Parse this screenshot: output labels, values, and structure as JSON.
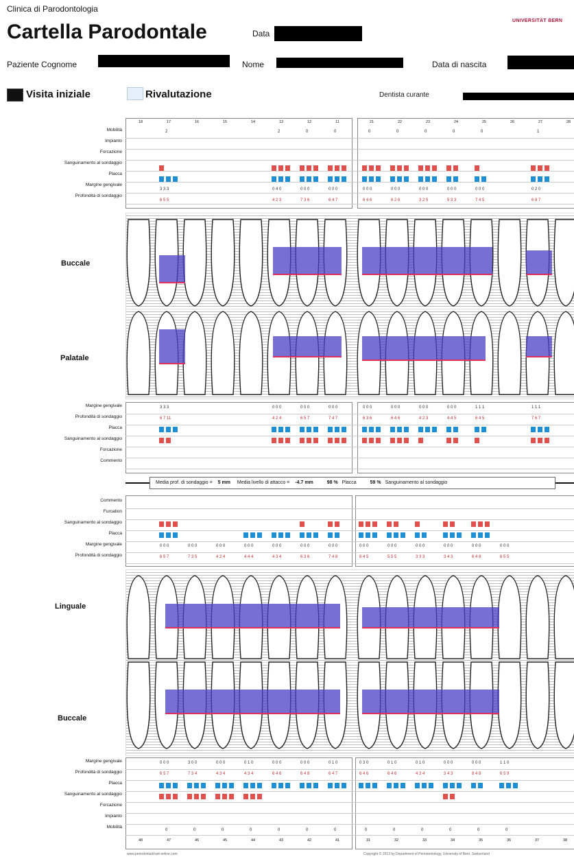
{
  "header": {
    "clinic": "Clinica di Parodontologia",
    "title": "Cartella Parodontale",
    "date_label": "Data",
    "university": "UNIVERSITÄT BERN",
    "surname_label": "Paziente Cognome",
    "name_label": "Nome",
    "birth_label": "Data di nascita",
    "initial_visit": "Visita iniziale",
    "reevaluation": "Rivalutazione",
    "dentist_label": "Dentista curante"
  },
  "upper": {
    "teeth_right": [
      "18",
      "17",
      "16",
      "15",
      "14",
      "13",
      "12",
      "11"
    ],
    "teeth_left": [
      "21",
      "22",
      "23",
      "24",
      "25",
      "26",
      "27",
      "28"
    ],
    "rows_top": [
      "Mobilità",
      "Impianto",
      "Forcazione",
      "Sanguinamento al sondaggio",
      "Placca",
      "Margine gengivale",
      "Profondità di sondaggio"
    ],
    "rows_bottom": [
      "Margine gengivale",
      "Profondità di sondaggio",
      "Placca",
      "Sanguinamento al sondaggio",
      "Forcazione",
      "Commento"
    ],
    "mobility_right": [
      "",
      "2",
      "",
      "",
      "",
      "2",
      "0",
      "0"
    ],
    "mobility_left": [
      "0",
      "0",
      "0",
      "0",
      "0",
      "",
      "1",
      ""
    ],
    "mg_right": [
      "",
      "3 3 3",
      "",
      "",
      "",
      "0 4 0",
      "0 0 0",
      "0 0 0"
    ],
    "mg_left": [
      "0 0 0",
      "0 0 0",
      "0 0 0",
      "0 0 0",
      "0 0 0",
      "",
      "0 2 0",
      ""
    ],
    "pd_right": [
      "",
      "6 5 5",
      "",
      "",
      "",
      "4 2 3",
      "7 3 6",
      "6 4 7"
    ],
    "pd_left": [
      "6 4 6",
      "6 2 6",
      "3 2 5",
      "5 3 3",
      "7 4 5",
      "",
      "6 8 7",
      ""
    ],
    "zone_buccal": "Buccale",
    "zone_palatal": "Palatale",
    "mg2_right": [
      "",
      "3 3 3",
      "",
      "",
      "",
      "0 0 0",
      "0 0 0",
      "0 0 0"
    ],
    "mg2_left": [
      "0 0 0",
      "0 0 0",
      "0 0 0",
      "0 0 0",
      "1 1 1",
      "",
      "1 1 1",
      ""
    ],
    "pd2_right": [
      "",
      "6 7 11",
      "",
      "",
      "",
      "4 2 4",
      "6 5 7",
      "7 4 7"
    ],
    "pd2_left": [
      "6 3 6",
      "6 4 6",
      "4 2 3",
      "4 4 5",
      "6 4 5",
      "",
      "7 6 7",
      ""
    ]
  },
  "summary": {
    "probe_label": "Media prof. di sondaggio =",
    "probe_value": "5 mm",
    "attach_label": "Media livello di attacco =",
    "attach_value": "-4.7 mm",
    "plaque_value": "98 %",
    "plaque_label": "Placca",
    "bleed_value": "59 %",
    "bleed_label": "Sanguinamento al sondaggio"
  },
  "lower": {
    "rows_top": [
      "Commento",
      "Furcation",
      "Sanguinamento al sondaggio",
      "Placca",
      "Margine gengivale",
      "Profondità di sondaggio"
    ],
    "rows_bottom": [
      "Margine gengivale",
      "Profondità di sondaggio",
      "Placca",
      "Sanguinamento al sondaggio",
      "Forcazione",
      "Impianto",
      "Mobilità"
    ],
    "teeth_right": [
      "48",
      "47",
      "46",
      "45",
      "44",
      "43",
      "42",
      "41"
    ],
    "teeth_left": [
      "31",
      "32",
      "33",
      "34",
      "35",
      "36",
      "37",
      "38"
    ],
    "zone_lingual": "Linguale",
    "zone_buccal": "Buccale",
    "mg_right": [
      "",
      "0 0 0",
      "0 0 0",
      "0 0 0",
      "0 0 0",
      "0 0 0",
      "0 0 0",
      "0 0 0"
    ],
    "mg_left": [
      "0 0 0",
      "0 0 0",
      "0 0 0",
      "0 0 0",
      "0 0 0",
      "0 0 0",
      "",
      ""
    ],
    "pd_right": [
      "",
      "6 5 7",
      "7 3 5",
      "4 2 4",
      "4 4 4",
      "4 3 4",
      "6 3 6",
      "7 4 8"
    ],
    "pd_left": [
      "8 4 5",
      "5 5 5",
      "3 3 3",
      "3 4 3",
      "6 4 8",
      "6 5 5",
      "",
      ""
    ],
    "mg2_right": [
      "",
      "0 0 0",
      "3 0 0",
      "0 0 0",
      "0 1 0",
      "0 0 0",
      "0 0 0",
      "0 1 0"
    ],
    "mg2_left": [
      "0 3 0",
      "0 1 0",
      "0 1 0",
      "0 0 0",
      "0 0 0",
      "1 1 0",
      "",
      ""
    ],
    "pd2_right": [
      "",
      "6 5 7",
      "7 3 4",
      "4 3 4",
      "4 3 4",
      "6 4 6",
      "6 4 8",
      "6 4 7"
    ],
    "pd2_left": [
      "6 4 6",
      "6 4 6",
      "4 3 4",
      "3 4 3",
      "8 4 8",
      "6 5 9",
      "",
      ""
    ],
    "mobility_right": [
      "",
      "0",
      "0",
      "0",
      "0",
      "0",
      "0",
      "0"
    ],
    "mobility_left": [
      "0",
      "0",
      "0",
      "0",
      "0",
      "0",
      "",
      ""
    ]
  },
  "footer": {
    "left": "www.periodontalchart-online.com",
    "right": "Copyright © 2013 by Department of Periodontology, University of Bern, Switzerland"
  },
  "colors": {
    "bleeding": "#e0504c",
    "plaque": "#1e8fd4",
    "pocket": "#4b3fc6",
    "margin": "#e0305a"
  }
}
